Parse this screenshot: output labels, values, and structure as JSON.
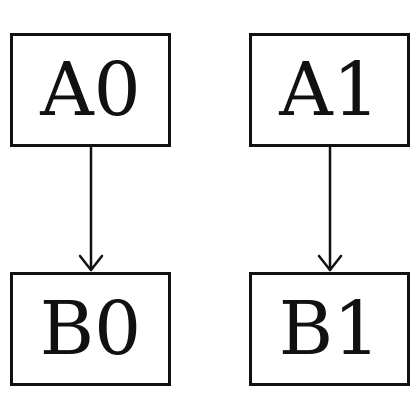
{
  "diagram": {
    "nodes": [
      {
        "id": "A0",
        "label": "A0"
      },
      {
        "id": "A1",
        "label": "A1"
      },
      {
        "id": "B0",
        "label": "B0"
      },
      {
        "id": "B1",
        "label": "B1"
      }
    ],
    "edges": [
      {
        "from": "A0",
        "to": "B0"
      },
      {
        "from": "A1",
        "to": "B1"
      }
    ],
    "colors": {
      "stroke": "#111111",
      "background": "#ffffff"
    }
  }
}
